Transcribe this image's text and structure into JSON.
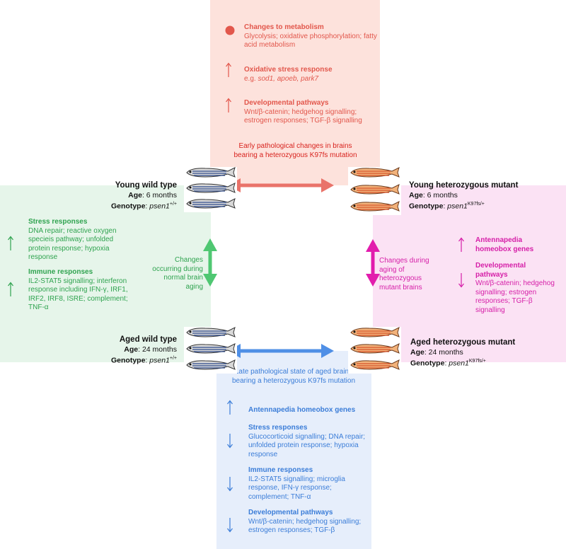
{
  "colors": {
    "red": "#e2574c",
    "green": "#2fa34f",
    "magenta": "#d61fa8",
    "blue": "#3b7dd8",
    "panel_red": "#fde2dc",
    "panel_green": "#e6f5ea",
    "panel_magenta": "#fbe2f4",
    "panel_blue": "#e6eefb"
  },
  "top": {
    "items": [
      {
        "icon": "circle",
        "title": "Changes to metabolism",
        "body": "Glycolysis; oxidative phosphorylation; fatty acid metabolism"
      },
      {
        "icon": "up-arrow",
        "title": "Oxidative stress response",
        "body_prefix": "e.g. ",
        "body_italic": "sod1, apoeb, park7"
      },
      {
        "icon": "up-arrow",
        "title": "Developmental pathways",
        "body": "Wnt/β-catenin; hedgehog signalling; estrogen responses; TGF-β signalling"
      }
    ],
    "caption": "Early pathological changes in brains bearing a heterozygous K97fs mutation"
  },
  "left": {
    "items": [
      {
        "icon": "up-arrow",
        "title": "Stress responses",
        "body": "DNA repair; reactive oxygen specieis pathway; unfolded protein response; hypoxia response"
      },
      {
        "icon": "up-arrow",
        "title": "Immune responses",
        "body": "IL2-STAT5 signalling; interferon response including IFN-γ, IRF1, IRF2, IRF8, ISRE; complement; TNF-α"
      }
    ],
    "caption": "Changes occurring during normal brain aging"
  },
  "right": {
    "items": [
      {
        "icon": "up-arrow",
        "title": "Antennapedia homeobox genes",
        "body": ""
      },
      {
        "icon": "down-arrow",
        "title": "Developmental pathways",
        "body": "Wnt/β-catenin; hedgehog signalling; estrogen responses; TGF-β signalling"
      }
    ],
    "caption": "Changes during aging of heterozygous mutant brains"
  },
  "bottom": {
    "caption": "Late pathological state of aged brains bearing a heterozygous K97fs mutation",
    "items": [
      {
        "icon": "up-arrow",
        "title": "Antennapedia homeobox genes",
        "body": ""
      },
      {
        "icon": "down-arrow",
        "title": "Stress responses",
        "body": "Glucocorticoid signalling; DNA repair; unfolded protein response; hypoxia response"
      },
      {
        "icon": "down-arrow",
        "title": "Immune responses",
        "body": "IL2-STAT5 signalling; microglia response, IFN-γ response; complement; TNF-α"
      },
      {
        "icon": "down-arrow",
        "title": "Developmental pathways",
        "body": "Wnt/β-catenin; hedgehog signalling; estrogen responses; TGF-β"
      }
    ]
  },
  "fish": {
    "young_wt": {
      "title": "Young wild type",
      "age_label": "Age",
      "age": ": 6 months",
      "geno_label": "Genotype",
      "geno_sep": ": ",
      "geno": "psen1",
      "geno_sup": "+/+"
    },
    "young_mut": {
      "title": "Young heterozygous mutant",
      "age_label": "Age",
      "age": ": 6 months",
      "geno_label": "Genotype",
      "geno_sep": ": ",
      "geno": "psen1",
      "geno_sup": "K97fs/+"
    },
    "aged_wt": {
      "title": "Aged wild type",
      "age_label": "Age",
      "age": ": 24 months",
      "geno_label": "Genotype",
      "geno_sep": ": ",
      "geno": "psen1",
      "geno_sup": "+/+"
    },
    "aged_mut": {
      "title": "Aged heterozygous mutant",
      "age_label": "Age",
      "age": ": 24 months",
      "geno_label": "Genotype",
      "geno_sep": ": ",
      "geno": "psen1",
      "geno_sup": "K97fs/+"
    }
  }
}
